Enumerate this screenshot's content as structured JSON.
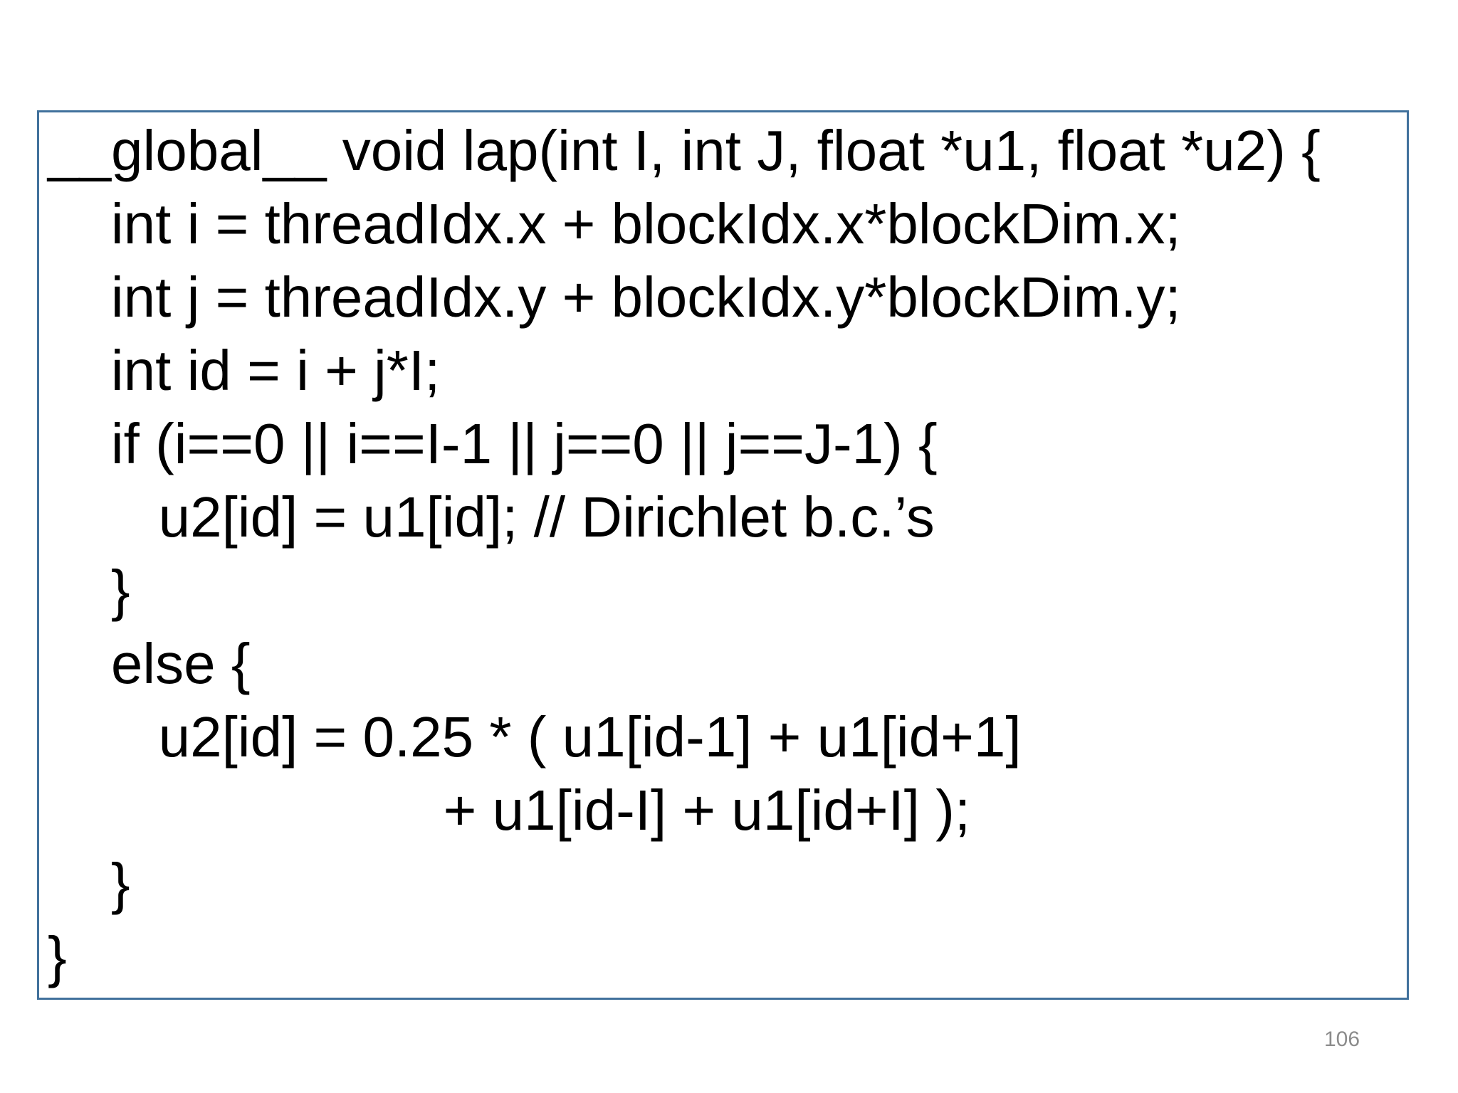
{
  "slide": {
    "background_color": "#FFFFFF",
    "page_number": "106",
    "colors": {
      "box_border": "#41719C",
      "code_text": "#000000",
      "page_number_text": "#8C8C8C"
    }
  },
  "code": {
    "language": "cuda-c",
    "lines": [
      "__global__ void lap(int I, int J, float *u1, float *u2) {",
      "    int i = threadIdx.x + blockIdx.x*blockDim.x;",
      "    int j = threadIdx.y + blockIdx.y*blockDim.y;",
      "    int id = i + j*I;",
      "    if (i==0 || i==I-1 || j==0 || j==J-1) {",
      "       u2[id] = u1[id]; // Dirichlet b.c.’s",
      "    }",
      "    else {",
      "       u2[id] = 0.25 * ( u1[id-1] + u1[id+1]",
      "                         + u1[id-I] + u1[id+I] );",
      "    }",
      "}"
    ]
  }
}
